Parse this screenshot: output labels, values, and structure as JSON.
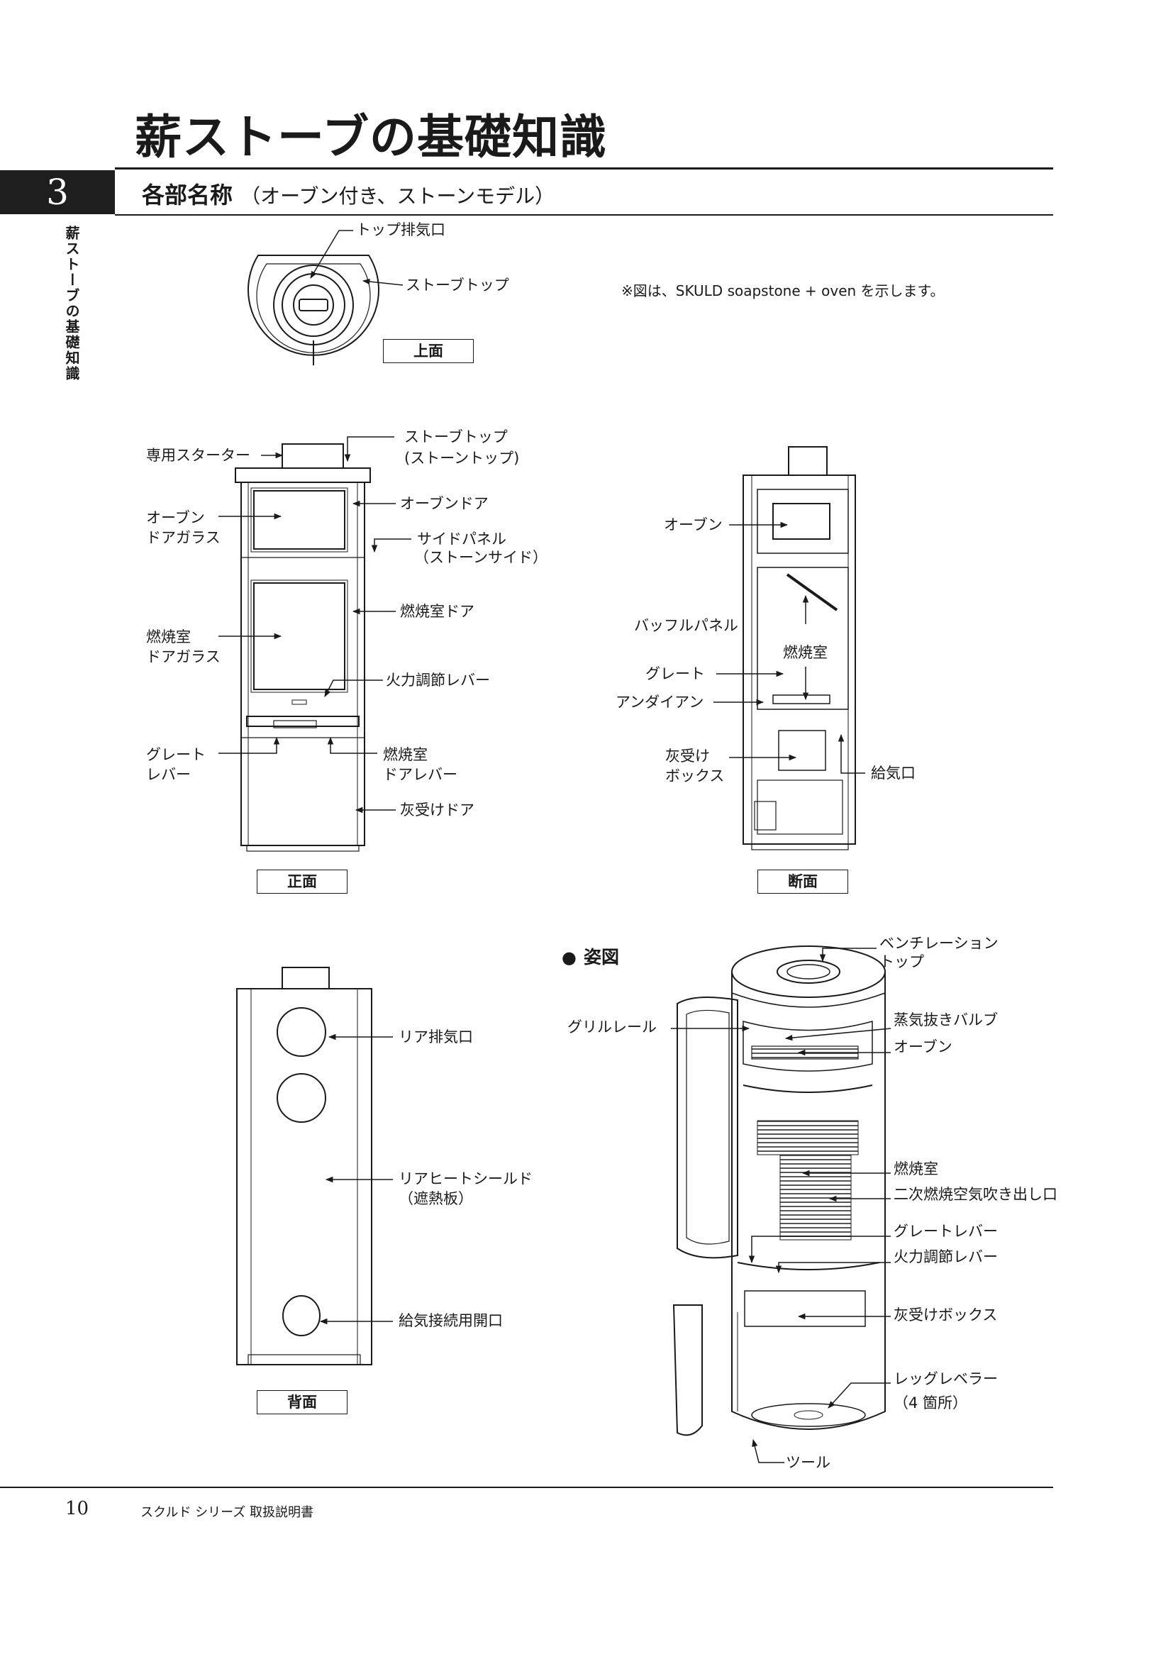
{
  "page": {
    "title": "薪ストーブの基礎知識",
    "section_number": "3",
    "section_title": "各部名称",
    "section_subtitle": "（オーブン付き、ストーンモデル）",
    "side_title": "薪ストーブの基礎知識",
    "note": "※図は、SKULD soapstone + oven を示します。"
  },
  "views": {
    "top": "上面",
    "front": "正面",
    "section": "断面",
    "back": "背面",
    "perspective": "姿図"
  },
  "top_labels": {
    "exhaust": "トップ排気口",
    "stove_top": "ストーブトップ"
  },
  "front_labels": {
    "starter": "専用スターター",
    "stove_top_1": "ストーブトップ",
    "stove_top_2": "(ストーントップ)",
    "oven_door": "オーブンドア",
    "oven_glass_1": "オーブン",
    "oven_glass_2": "ドアガラス",
    "side_panel_1": "サイドパネル",
    "side_panel_2": "（ストーンサイド）",
    "firebox_door": "燃焼室ドア",
    "firebox_glass_1": "燃焼室",
    "firebox_glass_2": "ドアガラス",
    "fire_lever": "火力調節レバー",
    "grate_lever_1": "グレート",
    "grate_lever_2": "レバー",
    "door_lever_1": "燃焼室",
    "door_lever_2": "ドアレバー",
    "ash_door": "灰受けドア"
  },
  "section_labels": {
    "oven": "オーブン",
    "baffle": "バッフルパネル",
    "firebox": "燃焼室",
    "grate": "グレート",
    "andiron": "アンダイアン",
    "ash_box_1": "灰受け",
    "ash_box_2": "ボックス",
    "air_inlet": "給気口"
  },
  "back_labels": {
    "rear_exhaust": "リア排気口",
    "heat_shield_1": "リアヒートシールド",
    "heat_shield_2": "（遮熱板）",
    "air_connection": "給気接続用開口"
  },
  "perspective_labels": {
    "vent_top_1": "ベンチレーション",
    "vent_top_2": "トップ",
    "grill_rail": "グリルレール",
    "steam_valve": "蒸気抜きバルブ",
    "oven": "オーブン",
    "firebox": "燃焼室",
    "secondary_air": "二次燃焼空気吹き出し口",
    "grate_lever": "グレートレバー",
    "fire_lever": "火力調節レバー",
    "ash_box": "灰受けボックス",
    "leveler_1": "レッグレベラー",
    "leveler_2": "（4 箇所）",
    "tool": "ツール"
  },
  "footer": {
    "page_number": "10",
    "doc_name": "スクルド シリーズ  取扱説明書"
  }
}
